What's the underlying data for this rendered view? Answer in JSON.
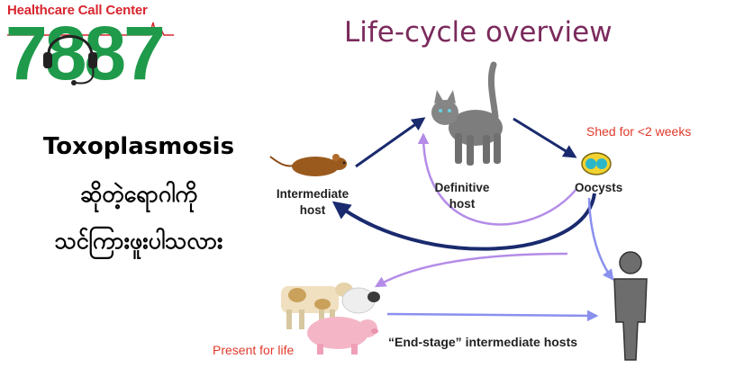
{
  "logo": {
    "name": "Healthcare Call Center",
    "number": "7887"
  },
  "title": "Life-cycle overview",
  "banner": {
    "line1": "Toxoplasmosis",
    "line2": "ဆိုတဲ့ရောဂါကို",
    "line3": "သင်ကြားဖူးပါသလား"
  },
  "diagram": {
    "intermediate_host": "Intermediate\nhost",
    "definitive_host": "Definitive\nhost",
    "oocysts": "Oocysts",
    "shed_note": "Shed for <2 weeks",
    "present_note": "Present for life",
    "end_stage": "“End-stage” intermediate hosts"
  },
  "colors": {
    "logo_red": "#d8262f",
    "logo_green": "#1e9a4a",
    "title": "#7b2a5c",
    "arrow_navy": "#1a2a6e",
    "arrow_lavender": "#b48ce8",
    "arrow_blue_light": "#8a90ee",
    "note_red": "#e03a2b"
  },
  "icons": [
    "headset-icon",
    "ecg-line-icon",
    "rat-icon",
    "cat-icon",
    "oocyst-icon",
    "cow-icon",
    "sheep-icon",
    "pig-icon",
    "human-icon"
  ]
}
